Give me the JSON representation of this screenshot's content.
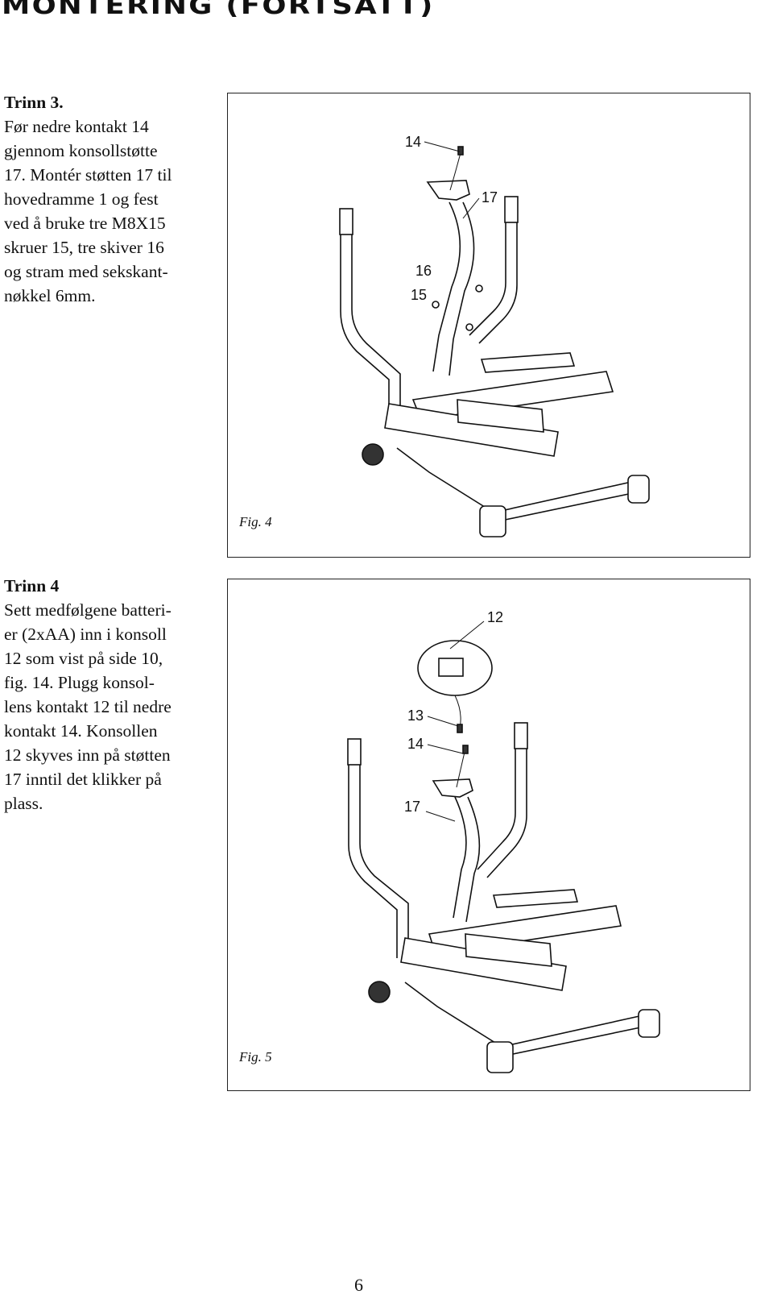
{
  "header": {
    "title": "MONTERING (FORTSATT)"
  },
  "step3": {
    "title": "Trinn 3.",
    "text": "Før nedre kontakt 14\ngjennom konsollstøtte\n17. Montér støtten 17 til\nhovedramme 1 og fest\nved å bruke tre M8X15\nskruer 15, tre skiver 16\nog stram med sekskant-\nnøkkel 6mm."
  },
  "fig4": {
    "caption": "Fig. 4",
    "labels": {
      "a": "14",
      "b": "17",
      "c": "16",
      "d": "15"
    }
  },
  "step4": {
    "title": "Trinn 4",
    "text": "Sett medfølgene batteri-\ner (2xAA) inn i konsoll\n12 som vist på side 10,\nfig. 14. Plugg konsol-\nlens kontakt 12 til nedre\nkontakt 14. Konsollen\n12 skyves inn på støtten\n17 inntil det klikker på\nplass."
  },
  "fig5": {
    "caption": "Fig. 5",
    "labels": {
      "a": "12",
      "b": "13",
      "c": "14",
      "d": "17"
    }
  },
  "footer": {
    "page_number": "6"
  }
}
